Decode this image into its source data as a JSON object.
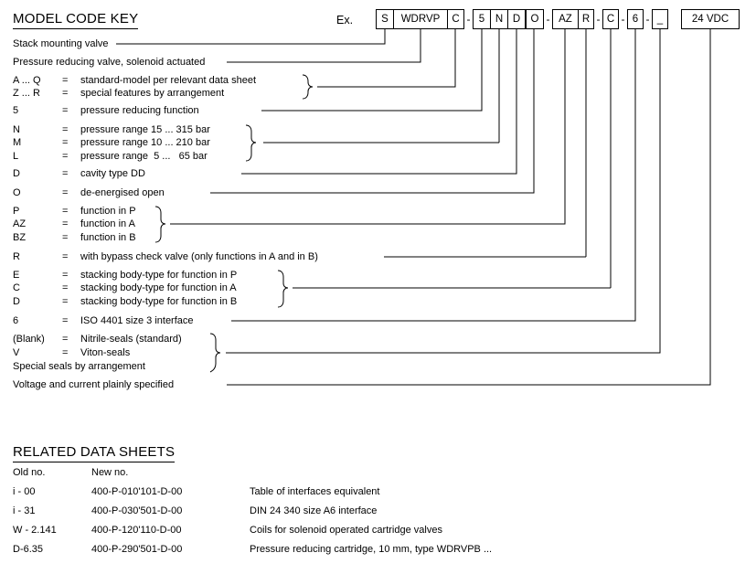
{
  "page": {
    "title": "MODEL CODE KEY",
    "example_label": "Ex."
  },
  "model_code": {
    "separator": "-",
    "segments": [
      "S",
      "WDRVP",
      "C",
      "5",
      "N",
      "D",
      "O",
      "AZ",
      "R",
      "C",
      "6",
      "_"
    ],
    "voltage": "24 VDC"
  },
  "legend": {
    "lines": [
      {
        "desc": "Stack mounting valve"
      },
      {
        "desc": "Pressure reducing valve, solenoid actuated"
      },
      {
        "key": "A ... Q",
        "eq": "=",
        "desc": "standard-model per relevant data sheet"
      },
      {
        "key": "Z ... R",
        "eq": "=",
        "desc": "special features by arrangement"
      },
      {
        "key": "5",
        "eq": "=",
        "desc": "pressure reducing function"
      },
      {
        "key": "N",
        "eq": "=",
        "desc": "pressure range 15 ... 315 bar"
      },
      {
        "key": "M",
        "eq": "=",
        "desc": "pressure range 10 ... 210 bar"
      },
      {
        "key": "L",
        "eq": "=",
        "desc": "pressure range  5 ...   65 bar"
      },
      {
        "key": "D",
        "eq": "=",
        "desc": "cavity type DD"
      },
      {
        "key": "O",
        "eq": "=",
        "desc": "de-energised open"
      },
      {
        "key": "P",
        "eq": "=",
        "desc": "function in P"
      },
      {
        "key": "AZ",
        "eq": "=",
        "desc": "function in A"
      },
      {
        "key": "BZ",
        "eq": "=",
        "desc": "function in B"
      },
      {
        "key": "R",
        "eq": "=",
        "desc": "with bypass check valve (only functions in A and in B)"
      },
      {
        "key": "E",
        "eq": "=",
        "desc": "stacking body-type for function in P"
      },
      {
        "key": "C",
        "eq": "=",
        "desc": "stacking body-type for function in A"
      },
      {
        "key": "D",
        "eq": "=",
        "desc": "stacking body-type for function in B"
      },
      {
        "key": "6",
        "eq": "=",
        "desc": "ISO 4401 size 3 interface"
      },
      {
        "key": "(Blank)",
        "eq": "=",
        "desc": "Nitrile-seals (standard)"
      },
      {
        "key": "V",
        "eq": "=",
        "desc": "Viton-seals"
      },
      {
        "desc": "Special seals by arrangement"
      },
      {
        "desc": "Voltage and current plainly specified"
      }
    ]
  },
  "related": {
    "title": "RELATED DATA SHEETS",
    "col_old": "Old no.",
    "col_new": "New no.",
    "rows": [
      {
        "old": "i - 00",
        "new": "400-P-010'101-D-00",
        "desc": "Table of interfaces equivalent"
      },
      {
        "old": "i - 31",
        "new": "400-P-030'501-D-00",
        "desc": "DIN 24 340 size A6 interface"
      },
      {
        "old": "W - 2.141",
        "new": "400-P-120'110-D-00",
        "desc": "Coils for solenoid operated cartridge valves"
      },
      {
        "old": "D-6.35",
        "new": "400-P-290'501-D-00",
        "desc": "Pressure reducing cartridge, 10 mm, type WDRVPB ..."
      }
    ]
  },
  "colors": {
    "connector": "#000000",
    "connector_gray": "#ababab"
  }
}
